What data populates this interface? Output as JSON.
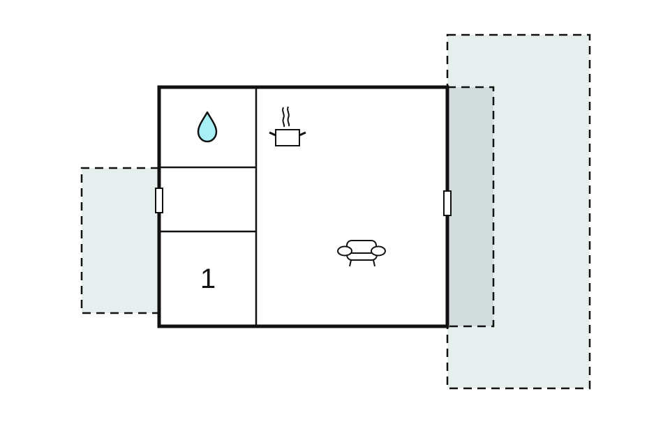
{
  "plan": {
    "type": "floor plan",
    "colors": {
      "wall": "#111111",
      "outdoor_area_fill": "#e6eeee",
      "covered_terrace_fill": "#d3dcdd",
      "water_drop_fill": "#a8eef5",
      "background": "#ffffff"
    },
    "rooms": [
      {
        "id": "bathroom",
        "icon": "water-drop-icon",
        "label": ""
      },
      {
        "id": "hallway",
        "icon": "",
        "label": ""
      },
      {
        "id": "bedroom",
        "icon": "",
        "label": "1"
      },
      {
        "id": "living-kitchen",
        "icons": [
          "cooking-pot-icon",
          "armchair-icon"
        ],
        "label": ""
      }
    ],
    "outdoor_areas": [
      {
        "id": "left-patio",
        "style": "dashed"
      },
      {
        "id": "right-covered-terrace",
        "style": "dashed"
      },
      {
        "id": "right-garden-area",
        "style": "dashed"
      }
    ],
    "doors": [
      {
        "id": "left-door",
        "wall": "west"
      },
      {
        "id": "right-door",
        "wall": "east"
      }
    ]
  },
  "labels": {
    "bedroom_number": "1"
  }
}
